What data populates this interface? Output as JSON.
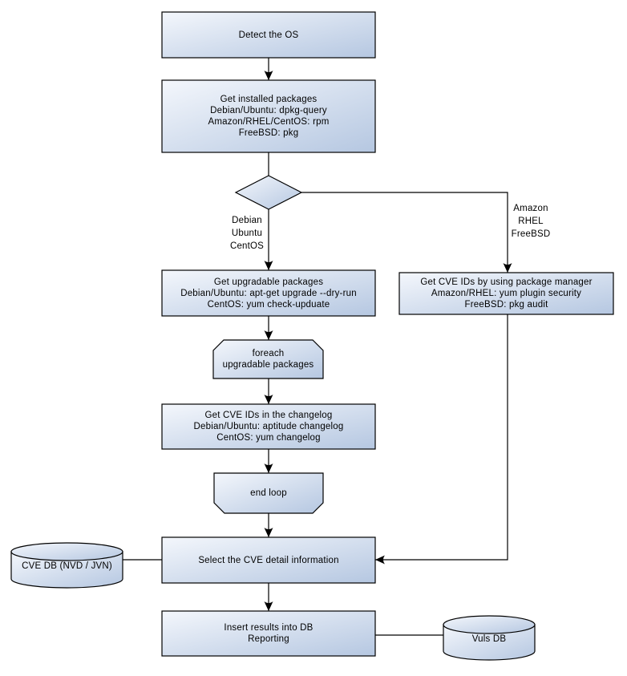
{
  "diagram": {
    "nodes": {
      "detect_os": "Detect the OS",
      "get_installed_packages": "Get installed packages\nDebian/Ubuntu: dpkg-query\nAmazon/RHEL/CentOS: rpm\nFreeBSD: pkg",
      "get_upgradable_packages": "Get upgradable packages\nDebian/Ubuntu: apt-get upgrade --dry-run\nCentOS: yum check-upduate",
      "get_cve_ids_package_manager": "Get CVE IDs by using package manager\nAmazon/RHEL: yum plugin security\nFreeBSD: pkg audit",
      "foreach_loop_start": "foreach\nupgradable packages",
      "get_cve_ids_changelog": "Get CVE IDs in the changelog\nDebian/Ubuntu: aptitude changelog\nCentOS: yum changelog",
      "end_loop": "end loop",
      "select_cve_detail": "Select the CVE detail information",
      "cve_db": "CVE DB (NVD / JVN)",
      "insert_results": "Insert results into DB\nReporting",
      "vuls_db": "Vuls DB"
    },
    "edge_labels": {
      "left_branch": "Debian\nUbuntu\nCentOS",
      "right_branch": "Amazon\nRHEL\nFreeBSD"
    },
    "colors": {
      "node_fill_top": "#f4f7fc",
      "node_fill_bottom": "#b5c7e1",
      "node_stroke": "#000000",
      "background": "#ffffff"
    }
  }
}
